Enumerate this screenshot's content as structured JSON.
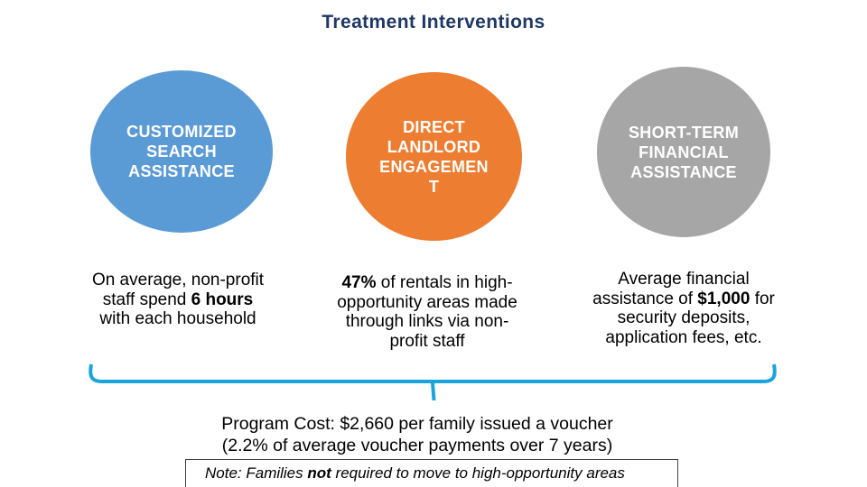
{
  "title": "Treatment Interventions",
  "colors": {
    "title_navy": "#1F3864",
    "circle_blue": "#5B9BD5",
    "circle_orange": "#ED7D31",
    "circle_gray": "#A6A6A6",
    "bracket_blue": "#1BA3DC",
    "note_border": "#404040"
  },
  "columns": [
    {
      "circle": {
        "name": "customized-search-assistance",
        "lines": [
          "CUSTOMIZED",
          "SEARCH",
          "ASSISTANCE"
        ]
      },
      "desc_lines": [
        [
          {
            "t": "On average, non-profit"
          }
        ],
        [
          {
            "t": "staff spend "
          },
          {
            "t": "6 hours",
            "b": true
          }
        ],
        [
          {
            "t": "with each household"
          }
        ]
      ]
    },
    {
      "circle": {
        "name": "direct-landlord-engagement",
        "lines": [
          "DIRECT",
          "LANDLORD",
          "ENGAGEMEN",
          "T"
        ]
      },
      "desc_lines": [
        [
          {
            "t": "47%",
            "b": true
          },
          {
            "t": " of rentals in high-"
          }
        ],
        [
          {
            "t": "opportunity areas made"
          }
        ],
        [
          {
            "t": "through links via non-"
          }
        ],
        [
          {
            "t": "profit staff"
          }
        ]
      ]
    },
    {
      "circle": {
        "name": "short-term-financial-assistance",
        "lines": [
          "SHORT-TERM",
          "FINANCIAL",
          "ASSISTANCE"
        ]
      },
      "desc_lines": [
        [
          {
            "t": "Average financial"
          }
        ],
        [
          {
            "t": "assistance of "
          },
          {
            "t": "$1,000",
            "b": true
          },
          {
            "t": " for"
          }
        ],
        [
          {
            "t": "security deposits,"
          }
        ],
        [
          {
            "t": "application fees, etc."
          }
        ]
      ]
    }
  ],
  "program_cost": {
    "lines": [
      "Program Cost: $2,660 per family issued a voucher",
      "(2.2% of average voucher payments over 7 years)"
    ]
  },
  "note": {
    "segments": [
      {
        "t": "Note: Families "
      },
      {
        "t": "not",
        "b": true
      },
      {
        "t": " required to move to high-opportunity areas"
      }
    ]
  }
}
